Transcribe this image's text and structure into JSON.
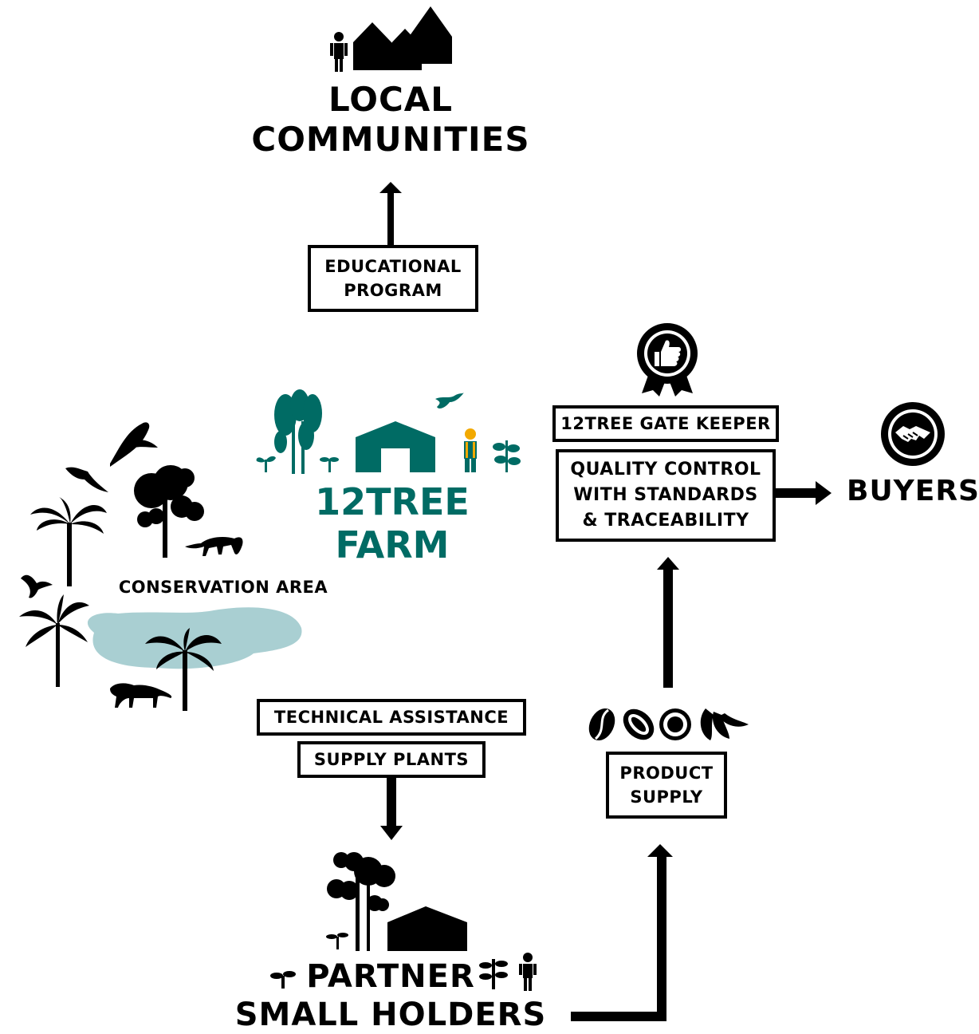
{
  "local_communities": {
    "line1": "LOCAL",
    "line2": "COMMUNITIES"
  },
  "educational_program": {
    "line1": "EDUCATIONAL",
    "line2": "PROGRAM"
  },
  "farm": {
    "title": "12TREE FARM",
    "color": "#006b64"
  },
  "gate_keeper": {
    "label": "12TREE GATE KEEPER"
  },
  "quality_control": {
    "line1": "QUALITY CONTROL",
    "line2": "WITH STANDARDS",
    "line3": "& TRACEABILITY"
  },
  "buyers": {
    "label": "BUYERS"
  },
  "conservation": {
    "label": "CONSERVATION AREA",
    "water_color": "#a9cfd2"
  },
  "technical_assistance": {
    "label": "TECHNICAL ASSISTANCE"
  },
  "supply_plants": {
    "label": "SUPPLY PLANTS"
  },
  "product_supply": {
    "line1": "PRODUCT",
    "line2": "SUPPLY"
  },
  "partner": {
    "line1": "PARTNER",
    "line2": "SMALL HOLDERS"
  },
  "worker_color": "#f2a900"
}
